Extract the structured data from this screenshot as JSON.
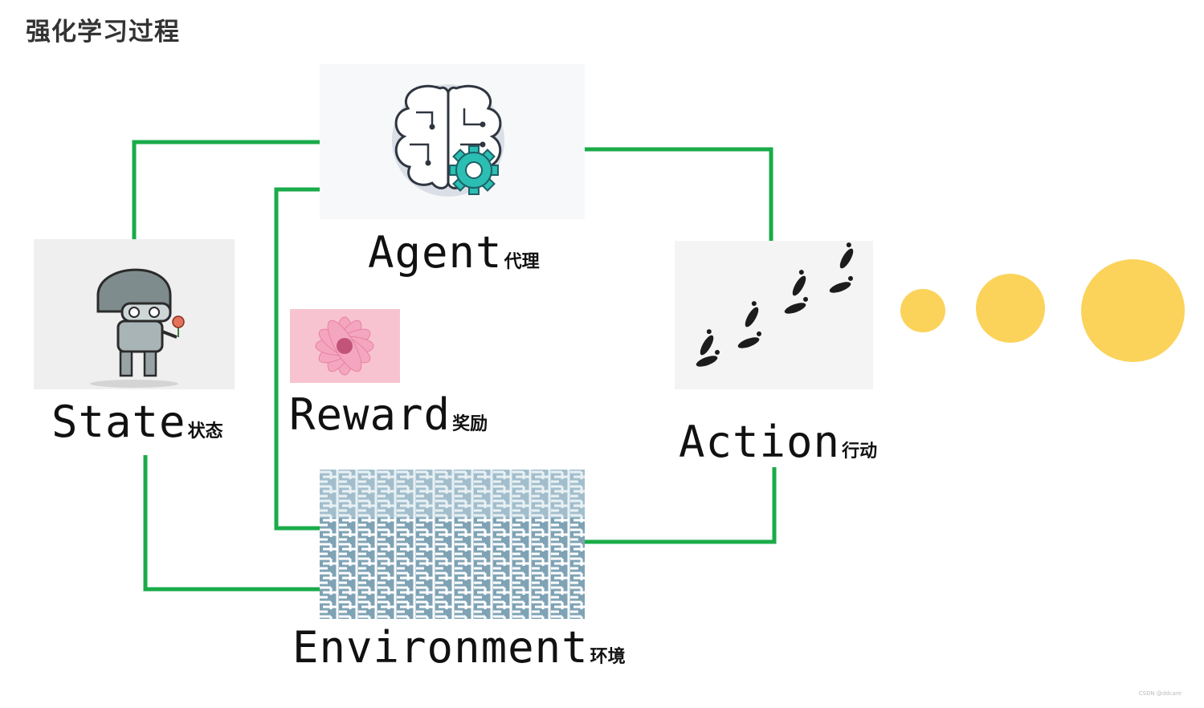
{
  "title": "强化学习过程",
  "nodes": {
    "agent": {
      "label": "Agent",
      "sublabel": "代理",
      "icon": "brain-gear-icon"
    },
    "state": {
      "label": "State",
      "sublabel": "状态",
      "icon": "robot-with-flower-icon"
    },
    "reward": {
      "label": "Reward",
      "sublabel": "奖励",
      "icon": "pink-flower-icon"
    },
    "environment": {
      "label": "Environment",
      "sublabel": "环境",
      "icon": "maze-icon"
    },
    "action": {
      "label": "Action",
      "sublabel": "行动",
      "icon": "footprints-icon"
    }
  },
  "colors": {
    "connector": "#1aab4a",
    "dots": "#fbd35a",
    "gear": "#2bbfb3",
    "flower": "#f4a6c0"
  },
  "watermark": "CSDN @ddcare"
}
